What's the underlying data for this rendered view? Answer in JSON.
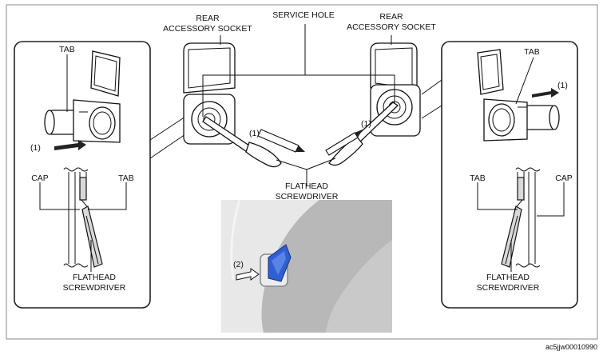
{
  "labels": {
    "rear_socket_left": [
      "REAR",
      "ACCESSORY SOCKET"
    ],
    "rear_socket_right": [
      "REAR",
      "ACCESSORY SOCKET"
    ],
    "service_hole": "SERVICE HOLE",
    "flathead_center": [
      "FLATHEAD",
      "SCREWDRIVER"
    ],
    "tab_top_left": "TAB",
    "tab_top_right": "TAB",
    "step1_left_box": "(1)",
    "step1_left_center": "(1)",
    "step1_right_center": "(1)",
    "step1_right_box": "(1)",
    "cap_left": "CAP",
    "tab_mid_left": "TAB",
    "tab_mid_right": "TAB",
    "cap_right": "CAP",
    "flathead_left": [
      "FLATHEAD",
      "SCREWDRIVER"
    ],
    "flathead_right": [
      "FLATHEAD",
      "SCREWDRIVER"
    ],
    "step2_photo": "(2)",
    "image_code": "ac5jjw00010990"
  },
  "colors": {
    "photo_bg": "#c9c9c9",
    "cap_blue": "#2f5fd0"
  }
}
